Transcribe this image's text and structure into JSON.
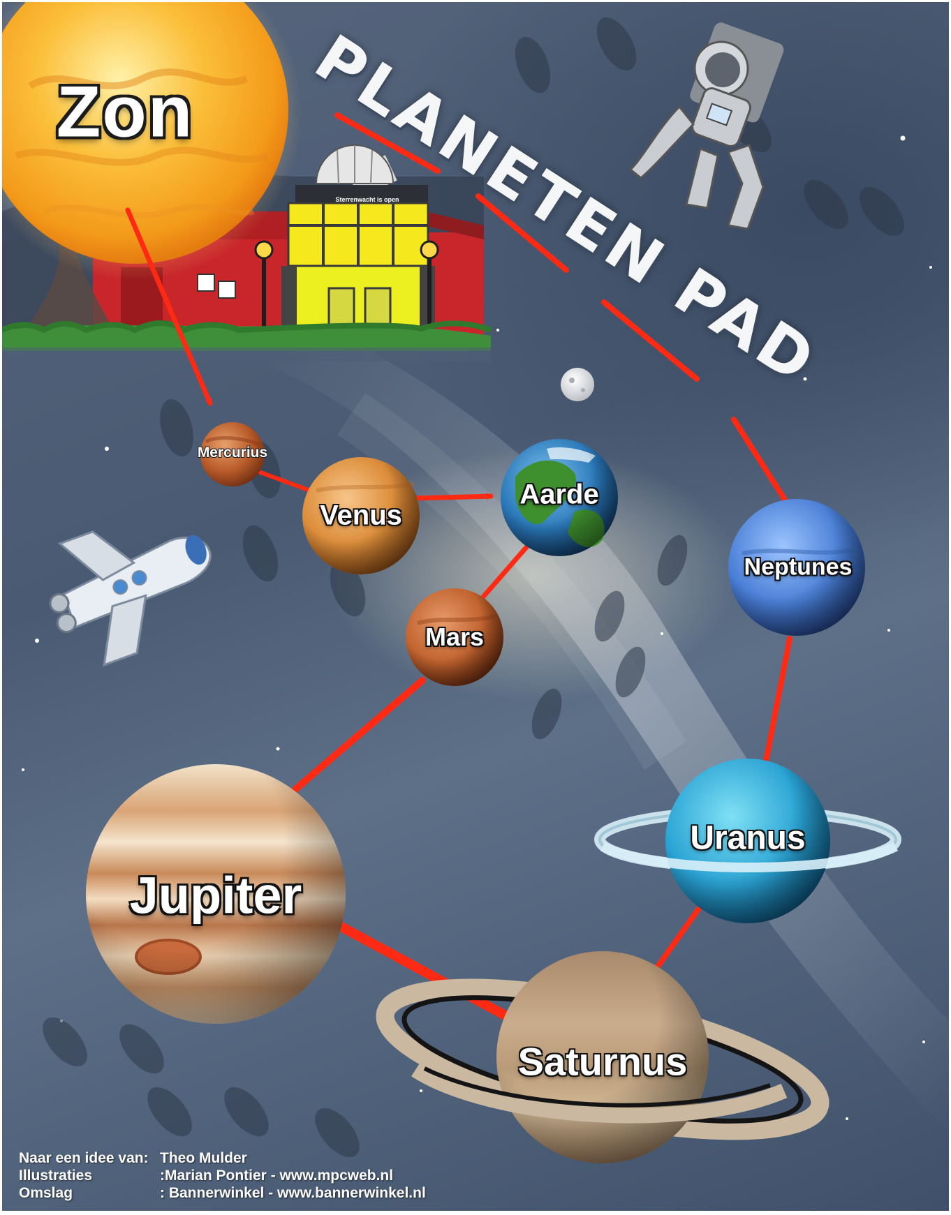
{
  "title": "PLANETEN PAD",
  "sun": {
    "label": "Zon"
  },
  "planets": [
    {
      "id": "mercurius",
      "label": "Mercurius"
    },
    {
      "id": "venus",
      "label": "Venus"
    },
    {
      "id": "aarde",
      "label": "Aarde"
    },
    {
      "id": "mars",
      "label": "Mars"
    },
    {
      "id": "jupiter",
      "label": "Jupiter"
    },
    {
      "id": "saturnus",
      "label": "Saturnus"
    },
    {
      "id": "uranus",
      "label": "Uranus"
    },
    {
      "id": "neptunes",
      "label": "Neptunes"
    }
  ],
  "observatory": {
    "sign": "Sterrenwacht is open"
  },
  "credits": [
    {
      "key": "Naar een idee van:",
      "value": "Theo Mulder"
    },
    {
      "key": "Illustraties",
      "value": ":Marian Pontier - www.mpcweb.nl"
    },
    {
      "key": "Omslag",
      "value": ": Bannerwinkel - www.bannerwinkel.nl"
    }
  ],
  "colors": {
    "arrow": "#ff2a14",
    "sun": "#f9a51c",
    "sky": "#4f5f77",
    "label_text": "#ffffff"
  }
}
